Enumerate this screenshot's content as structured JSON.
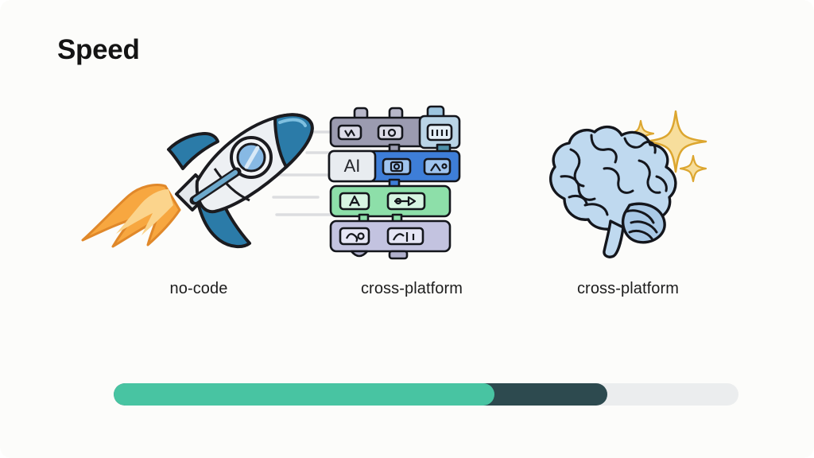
{
  "slide": {
    "title": "Speed",
    "background_color": "#fcfcfa"
  },
  "items": [
    {
      "icon": "rocket-icon",
      "caption": "no-code",
      "colors": {
        "body": "#eef1f4",
        "accent": "#2b7ba8",
        "flame_outer": "#f29b33",
        "flame_inner": "#fbd38a",
        "outline": "#1b1b1f",
        "speed_line": "#dcdde0"
      }
    },
    {
      "icon": "stacked-platform-cards-icon",
      "caption": "cross-platform",
      "label_text": "AI",
      "rows": [
        {
          "name": "row-top",
          "color": "#9b9bb0",
          "right_color": "#b9d4e6",
          "chips": 3
        },
        {
          "name": "row-ai",
          "color": "#3e7ed8",
          "left_color": "#e8ecf0",
          "chips": 2
        },
        {
          "name": "row-green",
          "color": "#8ddfa9",
          "chips": 2
        },
        {
          "name": "row-lavender",
          "color": "#c3c3e0",
          "chips": 2
        }
      ]
    },
    {
      "icon": "brain-sparkle-icon",
      "caption": "cross-platform",
      "colors": {
        "brain": "#bfd9ef",
        "brain_shade": "#a9c9e6",
        "outline": "#14161c",
        "sparkle": "#e0a93a",
        "sparkle_light": "#f7de9c"
      }
    }
  ],
  "progress": {
    "name": "progress-bar",
    "track_color": "#ebedee",
    "primary_color": "#48c4a2",
    "secondary_color": "#2d4a4f",
    "primary_percent": 61,
    "secondary_percent": 79
  }
}
